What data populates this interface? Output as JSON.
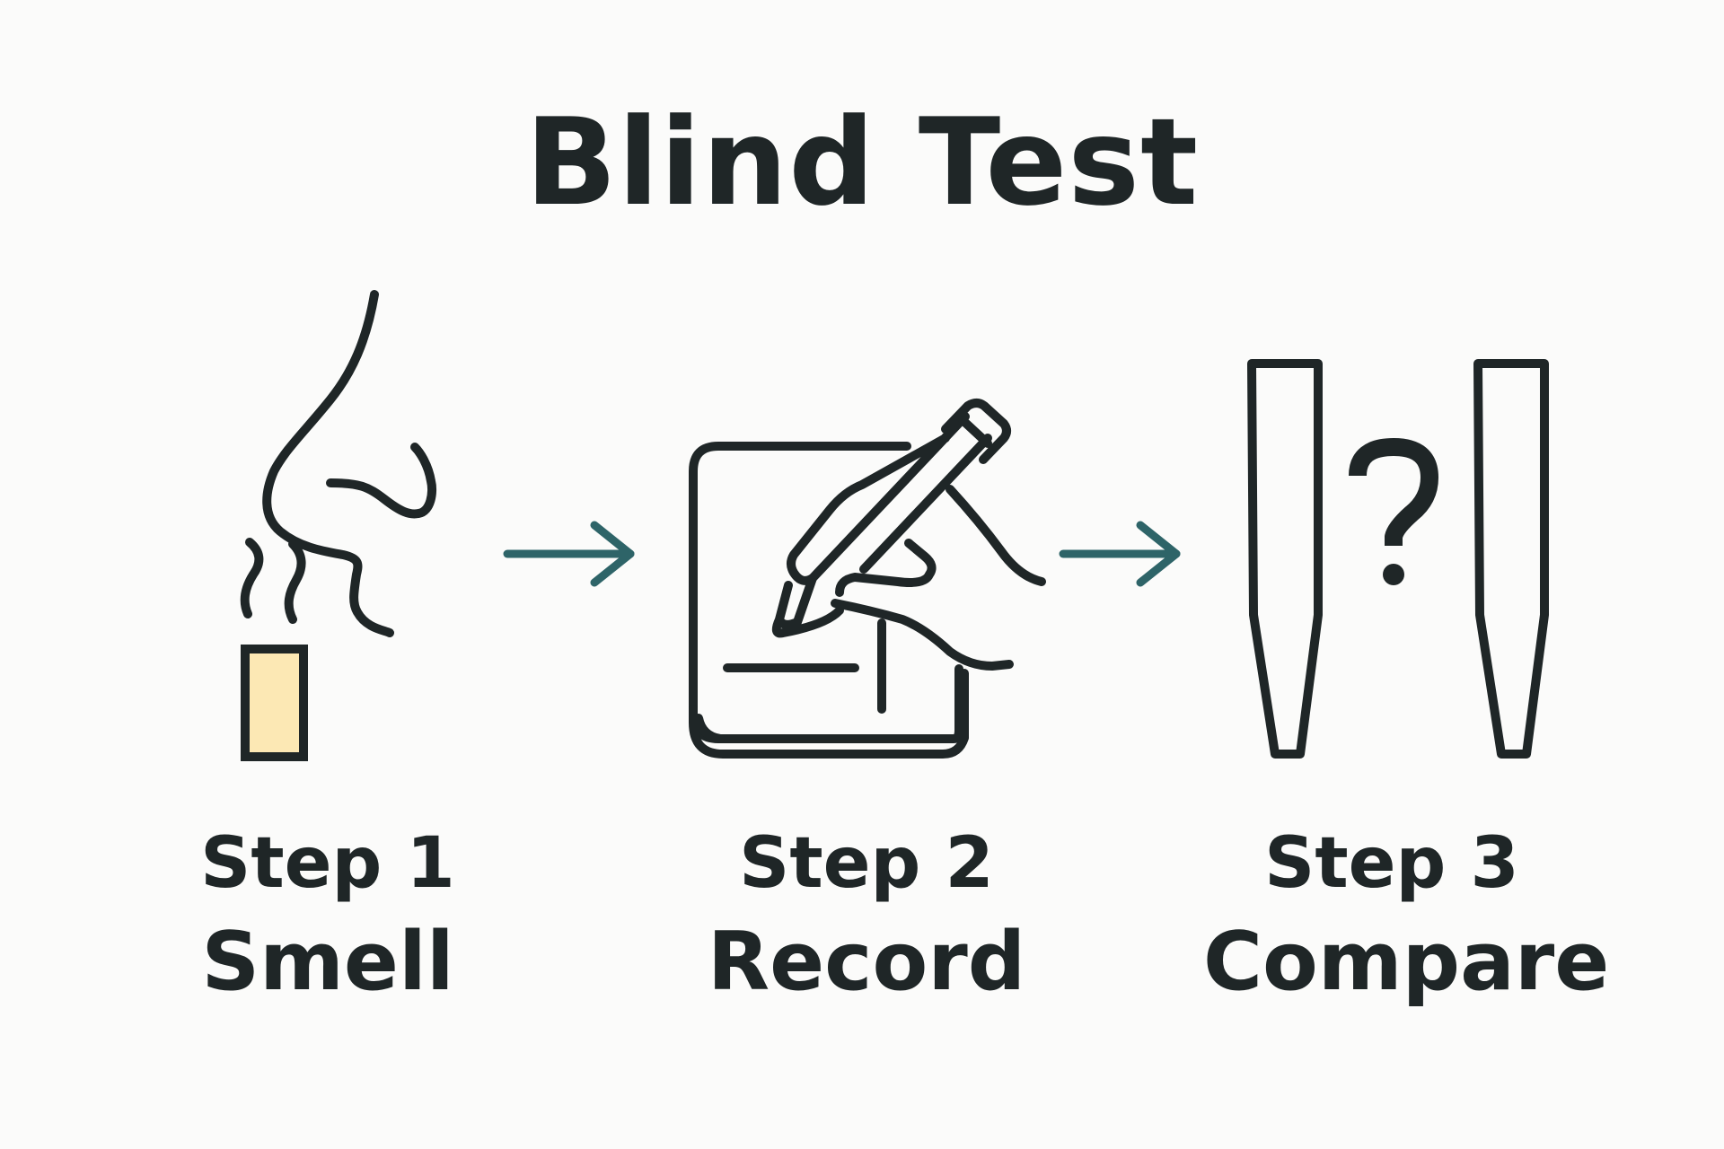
{
  "title": "Blind Test",
  "steps": [
    {
      "number": "Step 1",
      "name": "Smell",
      "icon": "nose-sniffing-strip-icon"
    },
    {
      "number": "Step 2",
      "name": "Record",
      "icon": "hand-writing-notepad-icon"
    },
    {
      "number": "Step 3",
      "name": "Compare",
      "icon": "two-test-strips-question-icon"
    }
  ],
  "compare_mark": "?",
  "colors": {
    "ink": "#1f2627",
    "arrow": "#2e6468",
    "strip_fill": "#fce8b4",
    "background": "#fbfbfa"
  }
}
